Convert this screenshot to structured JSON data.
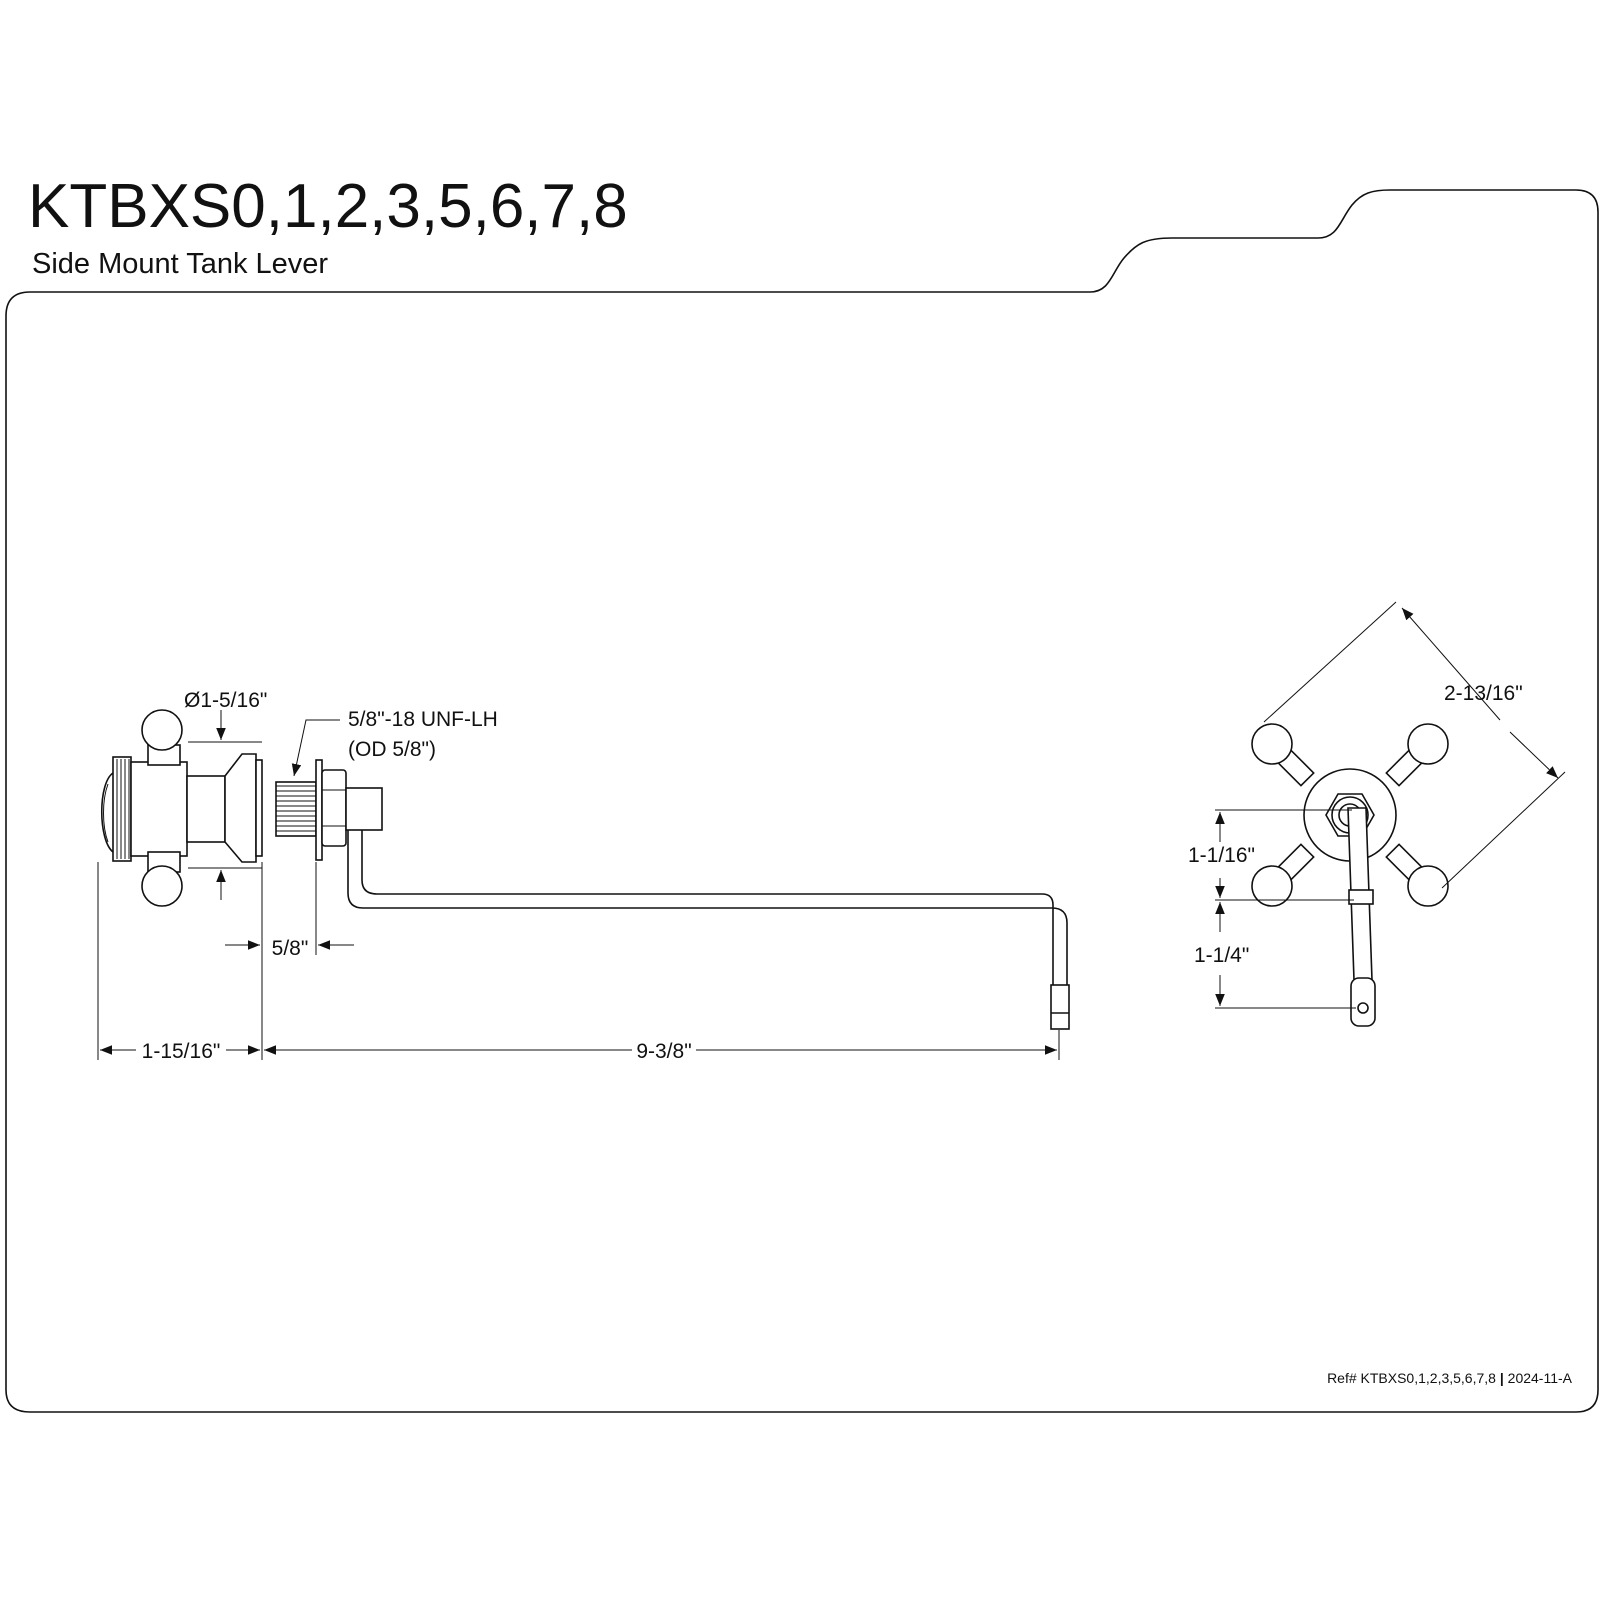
{
  "header": {
    "model": "KTBXS0,1,2,3,5,6,7,8",
    "subtitle": "Side Mount Tank Lever"
  },
  "dimensions": {
    "handle_diameter": "Ø1-5/16\"",
    "thread_spec": "5/8\"-18 UNF-LH",
    "thread_od": "(OD 5/8\")",
    "shank_length": "5/8\"",
    "handle_depth": "1-15/16\"",
    "arm_length": "9-3/8\"",
    "handle_span": "2-13/16\"",
    "arm_offset": "1-1/16\"",
    "arm_drop": "1-1/4\""
  },
  "footer": {
    "ref_text": "Ref# KTBXS0,1,2,3,5,6,7,8",
    "separator": "|",
    "revision": "2024-11-A"
  }
}
